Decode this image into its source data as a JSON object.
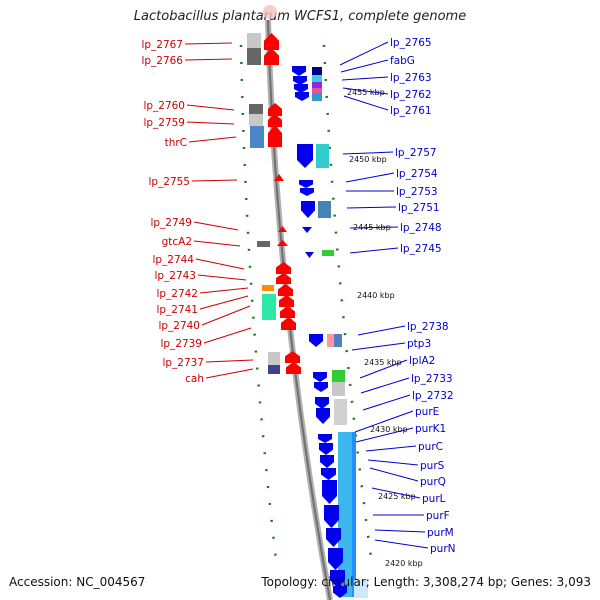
{
  "title": "Lactobacillus plantarum WCFS1, complete genome",
  "footer": {
    "accession": "Accession: NC_004567",
    "topology": "Topology: circular; Length: 3,308,274 bp; Genes: 3,093"
  },
  "colors": {
    "left_label": "#cc0000",
    "right_label": "#0000cc",
    "forward_gene": "#ff0000",
    "reverse_gene": "#0000ee",
    "backbone": "#888888",
    "tick": "#008800"
  },
  "scale_labels": [
    "2455 kbp",
    "2450 kbp",
    "2445 kbp",
    "2440 kbp",
    "2435 kbp",
    "2430 kbp",
    "2425 kbp",
    "2420 kbp"
  ],
  "left_labels": [
    "lp_2767",
    "lp_2766",
    "lp_2760",
    "lp_2759",
    "thrC",
    "lp_2755",
    "lp_2749",
    "gtcA2",
    "lp_2744",
    "lp_2743",
    "lp_2742",
    "lp_2741",
    "lp_2740",
    "lp_2739",
    "lp_2737",
    "cah"
  ],
  "right_labels": [
    "lp_2765",
    "fabG",
    "lp_2763",
    "lp_2762",
    "lp_2761",
    "lp_2757",
    "lp_2754",
    "lp_2753",
    "lp_2751",
    "lp_2748",
    "lp_2745",
    "lp_2738",
    "ptp3",
    "lplA2",
    "lp_2733",
    "lp_2732",
    "purE",
    "purK1",
    "purC",
    "purS",
    "purQ",
    "purL",
    "purF",
    "purM",
    "purN"
  ]
}
